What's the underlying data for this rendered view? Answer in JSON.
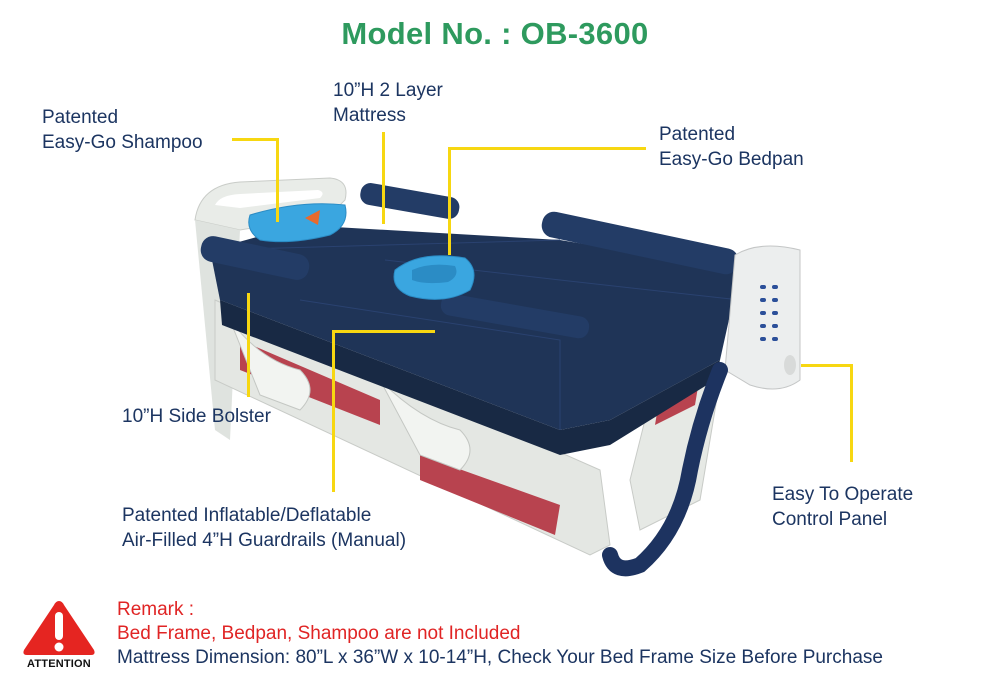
{
  "title": "Model No. : OB-3600",
  "callouts": {
    "shampoo": {
      "line1": "Patented",
      "line2": "Easy-Go Shampoo"
    },
    "mattress": {
      "line1": "10”H 2 Layer",
      "line2": "Mattress"
    },
    "bedpan": {
      "line1": "Patented",
      "line2": "Easy-Go Bedpan"
    },
    "bolster": {
      "line1": "10”H Side Bolster"
    },
    "guardrails": {
      "line1": "Patented Inflatable/Deflatable",
      "line2": "Air-Filled 4”H Guardrails (Manual)"
    },
    "control_panel": {
      "line1": "Easy To Operate",
      "line2": "Control Panel"
    }
  },
  "attention": {
    "icon": "warning-triangle-icon",
    "label": "ATTENTION"
  },
  "remark": {
    "heading": "Remark :",
    "not_included": "Bed Frame, Bedpan, Shampoo are not Included",
    "dimension": "Mattress Dimension: 80”L x 36”W x 10-14”H, Check Your Bed Frame Size Before Purchase"
  },
  "colors": {
    "title_green": "#2e9a5e",
    "label_navy": "#1c3561",
    "callout_yellow": "#f7d711",
    "remark_red": "#e02424",
    "mattress_navy": "#1f3457",
    "accessory_blue": "#3aa6e0"
  }
}
